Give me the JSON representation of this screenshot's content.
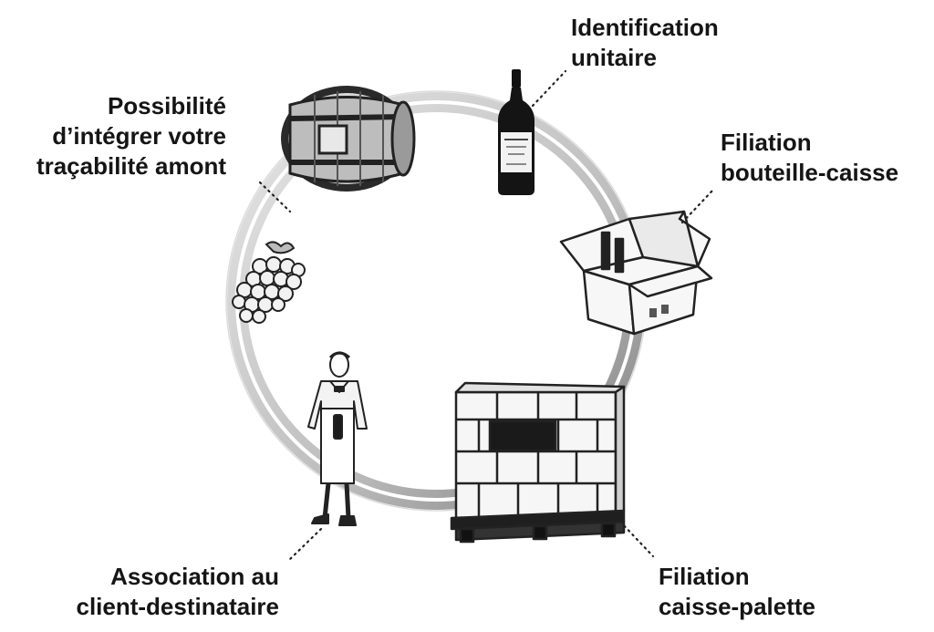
{
  "steps": [
    {
      "id": "identification",
      "icon": "wine-bottle-icon",
      "lines": [
        "Identification",
        "unitaire"
      ]
    },
    {
      "id": "bottle-case",
      "icon": "cardboard-box-icon",
      "lines": [
        "Filiation",
        "bouteille-caisse"
      ]
    },
    {
      "id": "case-pallet",
      "icon": "pallet-icon",
      "lines": [
        "Filiation",
        "caisse-palette"
      ]
    },
    {
      "id": "client",
      "icon": "sommelier-icon",
      "lines": [
        "Association au",
        "client-destinataire"
      ]
    },
    {
      "id": "upstream",
      "icon": "barrel-icon",
      "lines": [
        "Possibilité",
        "d’intégrer votre",
        "traçabilité amont"
      ]
    }
  ],
  "extra_icons": [
    "grapes-icon"
  ],
  "colors": {
    "ring": "#c9c9c9",
    "ring_dark": "#8a8a8a",
    "ink": "#151515"
  }
}
